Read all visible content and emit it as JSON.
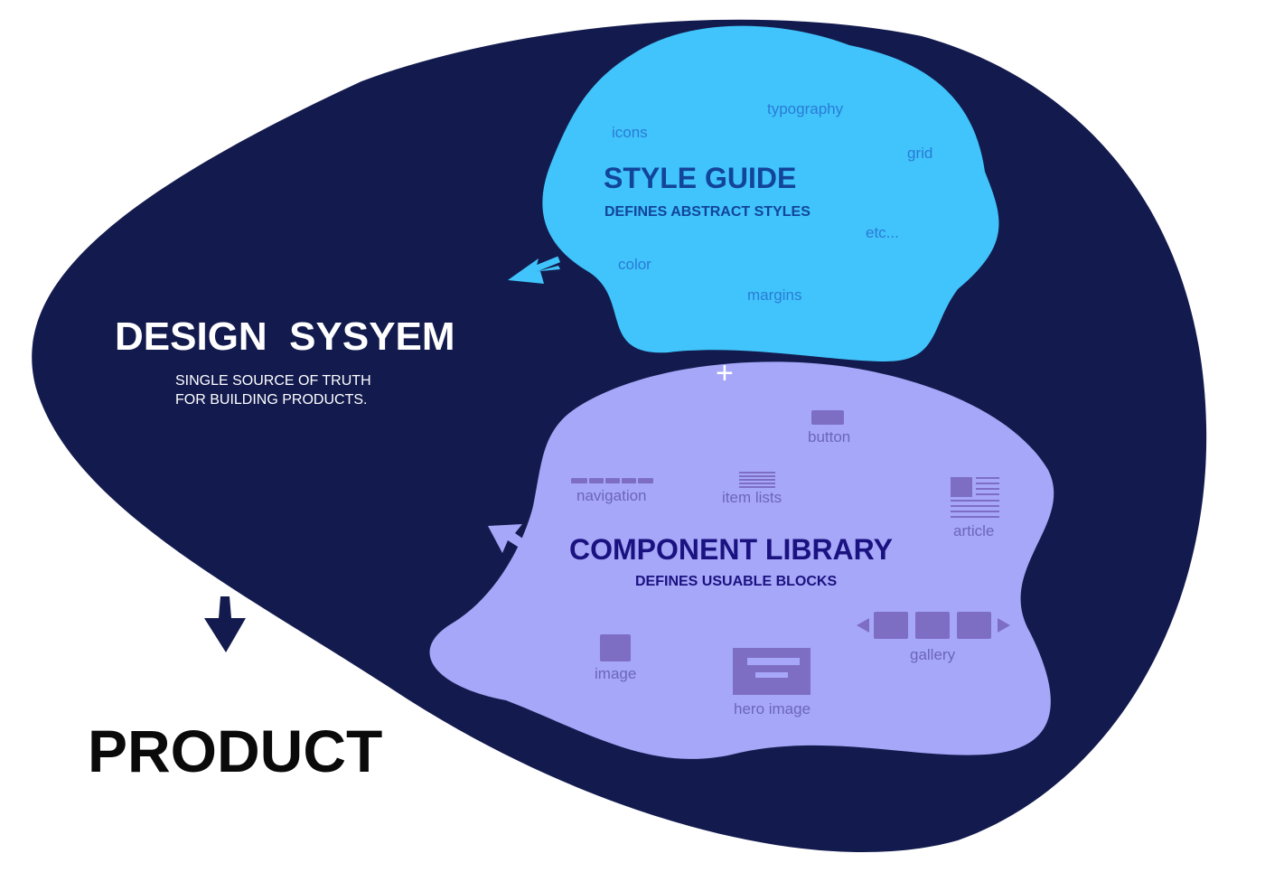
{
  "colors": {
    "background": "#ffffff",
    "design_system_blob": "#131b4e",
    "style_guide_blob": "#40c4fb",
    "component_library_blob": "#a6a7f8",
    "component_icon": "#7d6ec4",
    "product_text": "#0a0a0a"
  },
  "design_system": {
    "title": "DESIGN  SYSYEM",
    "subtitle_line1": "SINGLE SOURCE OF TRUTH",
    "subtitle_line2": "FOR BUILDING PRODUCTS."
  },
  "style_guide": {
    "title": "STYLE GUIDE",
    "subtitle": "DEFINES ABSTRACT STYLES",
    "words": [
      "typography",
      "icons",
      "grid",
      "etc...",
      "color",
      "margins"
    ]
  },
  "plus_sign": "+",
  "component_library": {
    "title": "COMPONENT LIBRARY",
    "subtitle": "DEFINES USUABLE BLOCKS",
    "items": [
      "button",
      "navigation",
      "item lists",
      "article",
      "gallery",
      "image",
      "hero image"
    ]
  },
  "product": {
    "label": "PRODUCT"
  },
  "icons": [
    "arrow-icon",
    "button-icon",
    "navigation-icon",
    "item-lists-icon",
    "article-icon",
    "gallery-icon",
    "image-icon",
    "hero-image-icon"
  ]
}
